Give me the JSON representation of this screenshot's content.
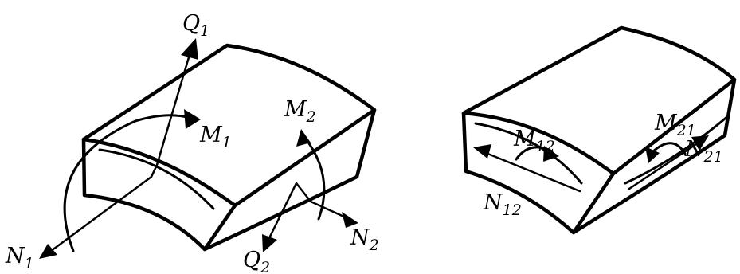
{
  "left_element": {
    "labels": [
      {
        "id": "Q1",
        "base": "Q",
        "sub": "1"
      },
      {
        "id": "M1",
        "base": "M",
        "sub": "1"
      },
      {
        "id": "M2",
        "base": "M",
        "sub": "2"
      },
      {
        "id": "N1",
        "base": "N",
        "sub": "1"
      },
      {
        "id": "Q2",
        "base": "Q",
        "sub": "2"
      },
      {
        "id": "N2",
        "base": "N",
        "sub": "2"
      }
    ]
  },
  "right_element": {
    "labels": [
      {
        "id": "M12",
        "base": "M",
        "sub": "12"
      },
      {
        "id": "M21",
        "base": "M",
        "sub": "21"
      },
      {
        "id": "N21",
        "base": "N",
        "sub": "21"
      },
      {
        "id": "N12",
        "base": "N",
        "sub": "12"
      }
    ]
  },
  "colors": {
    "ink": "#000000",
    "background": "#ffffff"
  }
}
